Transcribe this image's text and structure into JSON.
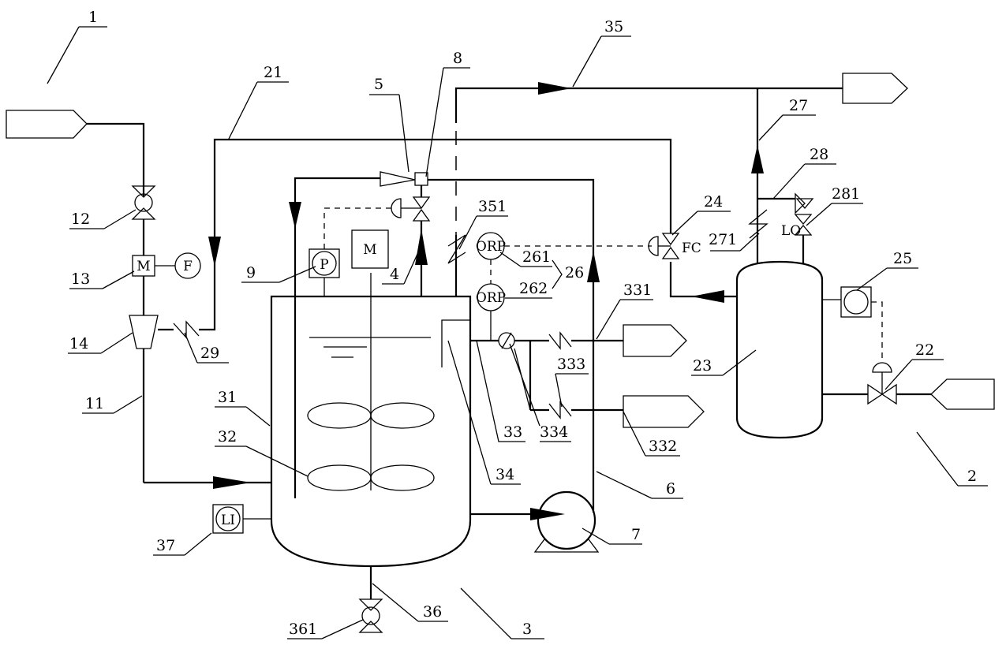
{
  "labels": {
    "l1": "1",
    "l2": "2",
    "l3": "3",
    "l4": "4",
    "l5": "5",
    "l6": "6",
    "l7": "7",
    "l8": "8",
    "l9": "9",
    "l11": "11",
    "l12": "12",
    "l13": "13",
    "l14": "14",
    "l21": "21",
    "l22": "22",
    "l23": "23",
    "l24": "24",
    "l25": "25",
    "l26": "26",
    "l27": "27",
    "l28": "28",
    "l29": "29",
    "l31": "31",
    "l32": "32",
    "l33": "33",
    "l34": "34",
    "l35": "35",
    "l36": "36",
    "l37": "37",
    "l261": "261",
    "l262": "262",
    "l271": "271",
    "l281": "281",
    "l331": "331",
    "l332": "332",
    "l333": "333",
    "l334": "334",
    "l351": "351",
    "l361": "361"
  },
  "instruments": {
    "flow": "F",
    "meter": "M",
    "pressure": "P",
    "motor": "M",
    "orp_upper": "ORP",
    "orp_lower": "ORP",
    "level": "LI",
    "fail_closed": "FC",
    "lock_open": "LO"
  }
}
